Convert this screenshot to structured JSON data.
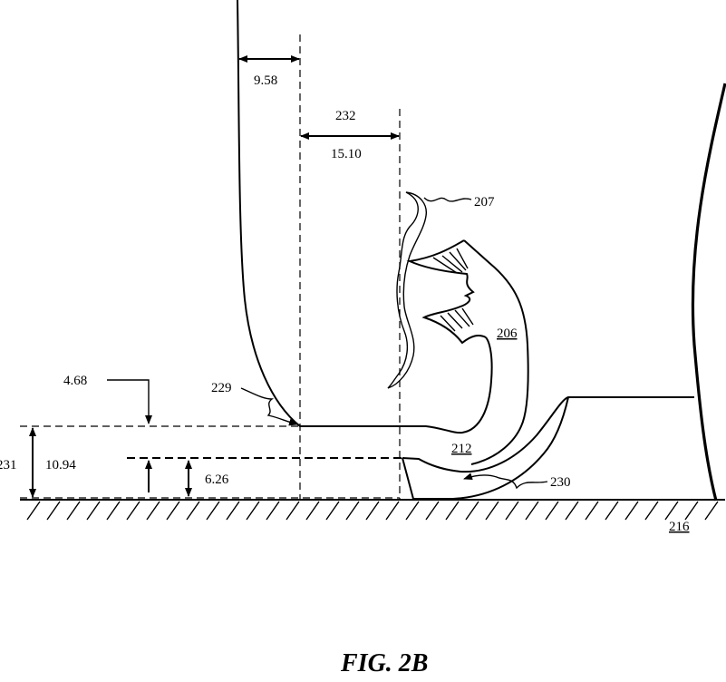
{
  "figure": {
    "caption": "FIG. 2B",
    "dimensions": {
      "d_958": "9.58",
      "d_232_ref": "232",
      "d_1510": "15.10",
      "d_468": "4.68",
      "d_231_ref": "231",
      "d_1094": "10.94",
      "d_626": "6.26"
    },
    "references": {
      "r207": "207",
      "r206": "206",
      "r229": "229",
      "r212": "212",
      "r230": "230",
      "r216": "216"
    }
  }
}
